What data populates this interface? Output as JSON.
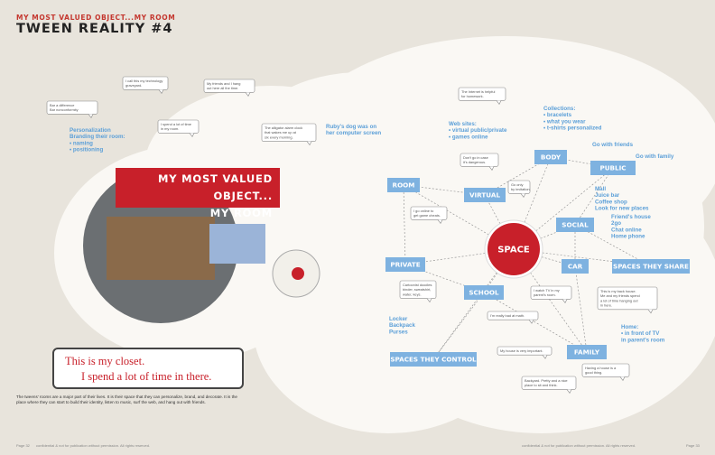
{
  "header": {
    "kicker": "MY MOST VALUED OBJECT...MY ROOM",
    "title": "TWEEN REALITY #4"
  },
  "banner": {
    "line1": "MY MOST VALUED OBJECT...",
    "line2": "MY ROOM"
  },
  "quote": {
    "line1": "This is my closet.",
    "line2": "I spend a lot of time in there."
  },
  "body_text": "The tweens' rooms are a major part of their lives. It is their space that they can personalize, brand, and decorate. It is the place where they can start to build their identity, listen to music, surf the web, and hang out with friends.",
  "footer": {
    "left_page": "Page 32",
    "left_note": "confidential & not for publication without permission. All rights reserved.",
    "right_note": "confidential & not for publication without permission. All rights reserved.",
    "right_page": "Page 33"
  },
  "colors": {
    "accent_red": "#c8202a",
    "box_blue": "#7eb2e0",
    "label_blue": "#5b9fd8"
  },
  "diagram": {
    "center": {
      "id": "space",
      "label": "SPACE"
    },
    "nodes": [
      {
        "id": "room",
        "label": "ROOM"
      },
      {
        "id": "virtual",
        "label": "VIRTUAL"
      },
      {
        "id": "body",
        "label": "BODY"
      },
      {
        "id": "public",
        "label": "PUBLIC"
      },
      {
        "id": "social",
        "label": "SOCIAL"
      },
      {
        "id": "private",
        "label": "PRIVATE"
      },
      {
        "id": "car",
        "label": "CAR"
      },
      {
        "id": "spaces_share",
        "label": "SPACES THEY SHARE"
      },
      {
        "id": "school",
        "label": "SCHOOL"
      },
      {
        "id": "spaces_control",
        "label": "SPACES THEY CONTROL"
      },
      {
        "id": "family",
        "label": "FAMILY"
      }
    ],
    "edges": [
      [
        "space",
        "room"
      ],
      [
        "space",
        "virtual"
      ],
      [
        "space",
        "body"
      ],
      [
        "space",
        "public"
      ],
      [
        "space",
        "social"
      ],
      [
        "space",
        "private"
      ],
      [
        "space",
        "car"
      ],
      [
        "space",
        "spaces_share"
      ],
      [
        "space",
        "school"
      ],
      [
        "space",
        "spaces_control"
      ],
      [
        "space",
        "family"
      ],
      [
        "room",
        "private"
      ],
      [
        "room",
        "virtual"
      ],
      [
        "body",
        "public"
      ],
      [
        "public",
        "social"
      ],
      [
        "social",
        "car"
      ],
      [
        "social",
        "spaces_share"
      ],
      [
        "private",
        "school"
      ],
      [
        "school",
        "spaces_control"
      ],
      [
        "school",
        "family"
      ],
      [
        "family",
        "car"
      ],
      [
        "virtual",
        "body"
      ]
    ],
    "labels": [
      {
        "id": "l_personal",
        "lines": [
          "Personalization",
          "Branding their room:",
          "• naming",
          "• positioning"
        ]
      },
      {
        "id": "l_ruby",
        "lines": [
          "Ruby's dog was on",
          "her computer screen"
        ]
      },
      {
        "id": "l_web",
        "lines": [
          "Web sites:",
          "• virtual public/private",
          "• games online"
        ]
      },
      {
        "id": "l_collections",
        "lines": [
          "Collections:",
          "• bracelets",
          "• what you wear",
          "• t-shirts personalized"
        ]
      },
      {
        "id": "l_gofriends",
        "lines": [
          "Go with friends"
        ]
      },
      {
        "id": "l_gofamily",
        "lines": [
          "Go with family"
        ]
      },
      {
        "id": "l_mall",
        "lines": [
          "Mall",
          "Juice bar",
          "Coffee shop",
          "Look for new places"
        ]
      },
      {
        "id": "l_friends",
        "lines": [
          "Friend's house",
          "2go",
          "Chat online",
          "Home phone"
        ]
      },
      {
        "id": "l_locker",
        "lines": [
          "Locker",
          "Backpack",
          "Purses"
        ]
      },
      {
        "id": "l_home",
        "lines": [
          "Home:",
          "• in front of TV",
          "  in parent's room"
        ]
      }
    ],
    "notes": [
      {
        "id": "n_bar",
        "lines": [
          "Bar a difference",
          "Bar nonconformity"
        ]
      },
      {
        "id": "n_techno",
        "lines": [
          "I call this my technology",
          "graveyard."
        ]
      },
      {
        "id": "n_friends",
        "lines": [
          "My friends and I hang",
          "out here all the time."
        ]
      },
      {
        "id": "n_spend",
        "lines": [
          "I spend a lot of time",
          "in my room."
        ]
      },
      {
        "id": "n_alarm",
        "lines": [
          "The alligator alarm clock",
          "that wakes me up at",
          "six every morning."
        ]
      },
      {
        "id": "n_internet",
        "lines": [
          "The Internet is helpful",
          "for homework."
        ]
      },
      {
        "id": "n_dangerous",
        "lines": [
          "Don't go in case",
          "it's dangerous."
        ]
      },
      {
        "id": "n_invite",
        "lines": [
          "Go only",
          "by invitation."
        ]
      },
      {
        "id": "n_cheats",
        "lines": [
          "I go online to",
          "get game cheats."
        ]
      },
      {
        "id": "n_doodle",
        "lines": [
          "Cartoonist doodles",
          "binder, sweatshirt,",
          "water, keys."
        ]
      },
      {
        "id": "n_tv",
        "lines": [
          "I watch TV in my",
          "parent's room."
        ]
      },
      {
        "id": "n_sis",
        "lines": [
          "This is my back house.",
          "Me and my friends spend",
          "a lot of time hanging out",
          "in here."
        ]
      },
      {
        "id": "n_math",
        "lines": [
          "I'm really bad at math."
        ]
      },
      {
        "id": "n_house",
        "lines": [
          "My house is very important."
        ]
      },
      {
        "id": "n_backyard",
        "lines": [
          "Backyard. Pretty and a nice",
          "place to sit and think."
        ]
      },
      {
        "id": "n_ground",
        "lines": [
          "Having a house is a",
          "good thing."
        ]
      }
    ]
  }
}
